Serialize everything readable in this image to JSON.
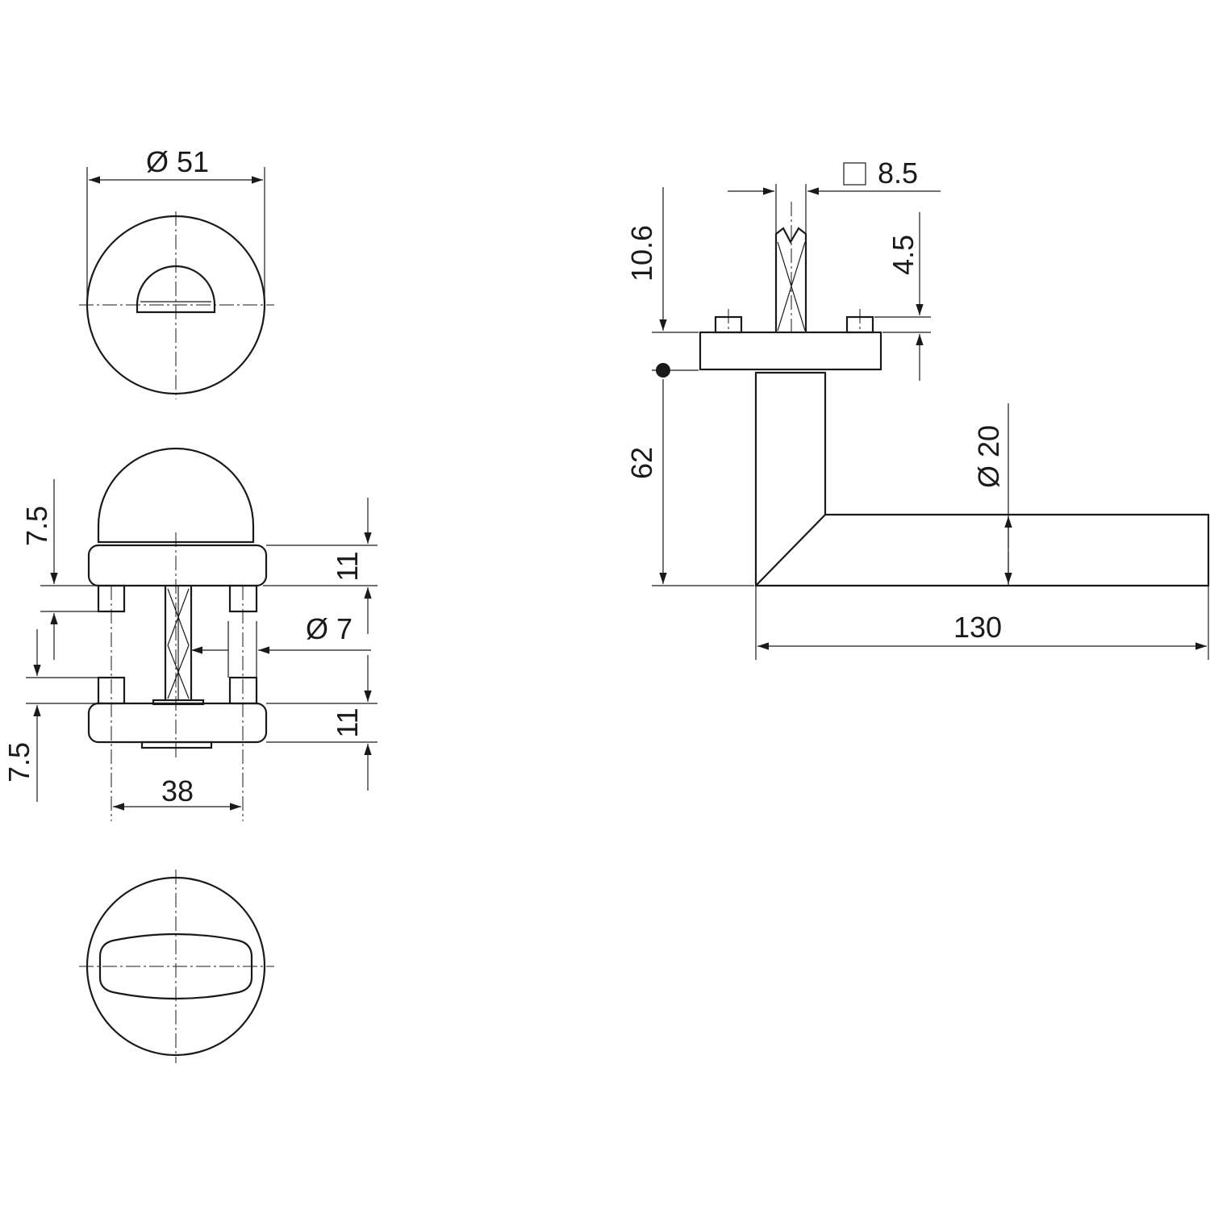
{
  "dimensions": {
    "rose_diameter": "Ø 51",
    "turn_height": "7.5",
    "rose_thickness_top": "11",
    "spindle_diameter": "Ø 7",
    "rose_thickness_bottom": "11",
    "release_height": "7.5",
    "screw_spacing": "38",
    "square_spindle": "8.5",
    "spindle_offset": "10.6",
    "rose_step": "4.5",
    "lever_height": "62",
    "lever_diameter": "Ø 20",
    "lever_length": "130"
  },
  "colors": {
    "line": "#1a1a1a",
    "background": "#ffffff"
  }
}
